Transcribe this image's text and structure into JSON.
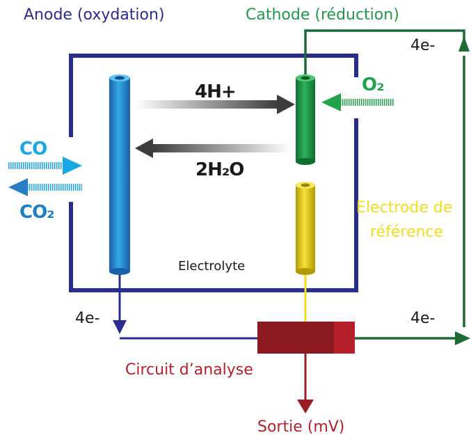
{
  "labels": {
    "anode": "Anode (oxydation)",
    "cathode": "Cathode (réduction)",
    "electrons_top": "4e-",
    "electrons_left": "4e-",
    "electrons_right": "4e-",
    "protons": "4H+",
    "water": "2H₂O",
    "oxygen": "O₂",
    "co": "CO",
    "co2": "CO₂",
    "reference_line1": "Electrode de",
    "reference_line2": "référence",
    "electrolyte": "Electrolyte",
    "circuit": "Circuit d’analyse",
    "output": "Sortie (mV)"
  },
  "colors": {
    "anode": "#2b2d8e",
    "cathode": "#1f9a4a",
    "cathode_wire": "#1d6b34",
    "anode_electrode": "#2a8fd1",
    "gas_blue": "#1aa7e6",
    "gas_green": "#22a24a",
    "reference": "#f2dc1c",
    "circuit": "#9b1c22",
    "arrow_dark": "#4a4a4a"
  }
}
